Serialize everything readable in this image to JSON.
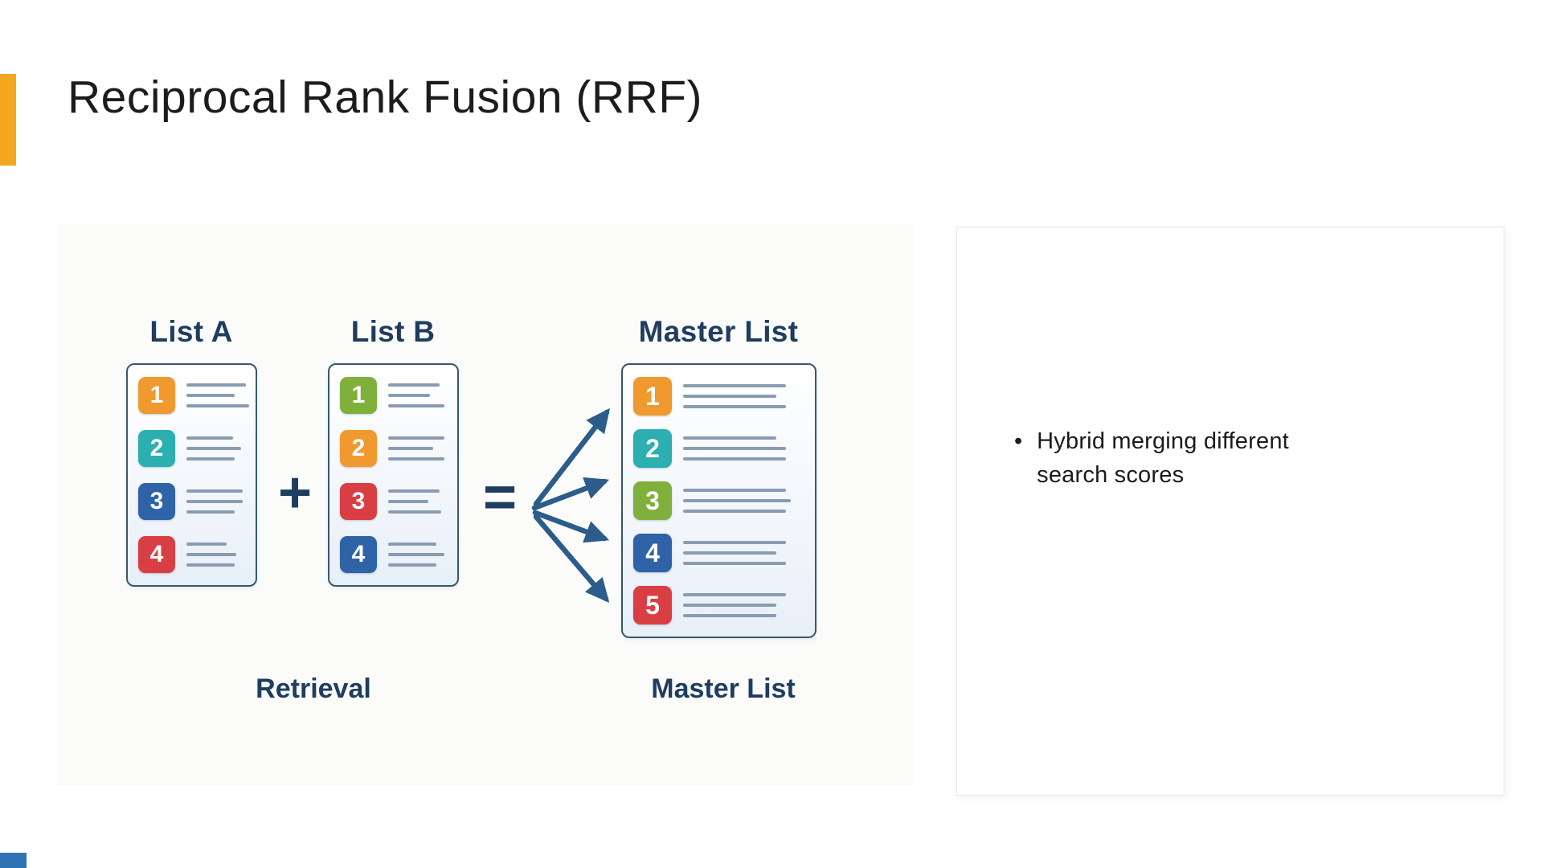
{
  "slide": {
    "title": "Reciprocal Rank Fusion (RRF)"
  },
  "colors": {
    "accent_orange": "#F2A71E",
    "footer_blue": "#2E74B5",
    "navy_text": "#1F3D5F",
    "title_color": "#1C1C1C",
    "arrow_blue": "#2B5C8A",
    "card_border": "#35596E",
    "line_gray": "#8A9CB2",
    "panel_bg": "#FBFBFA",
    "badge_orange": "#F0992E",
    "badge_teal": "#2BAFB0",
    "badge_blue": "#2E63A8",
    "badge_red": "#D83E43",
    "badge_green": "#80B03C"
  },
  "diagram": {
    "list_a": {
      "title": "List A",
      "items": [
        {
          "rank": "1",
          "color": "#F0992E",
          "lines": [
            74,
            60,
            78
          ]
        },
        {
          "rank": "2",
          "color": "#2BAFB0",
          "lines": [
            58,
            68,
            60
          ]
        },
        {
          "rank": "3",
          "color": "#2E63A8",
          "lines": [
            70,
            70,
            60
          ]
        },
        {
          "rank": "4",
          "color": "#D83E43",
          "lines": [
            50,
            62,
            60
          ]
        }
      ]
    },
    "list_b": {
      "title": "List B",
      "items": [
        {
          "rank": "1",
          "color": "#80B03C",
          "lines": [
            64,
            52,
            70
          ]
        },
        {
          "rank": "2",
          "color": "#F0992E",
          "lines": [
            70,
            56,
            70
          ]
        },
        {
          "rank": "3",
          "color": "#D83E43",
          "lines": [
            64,
            50,
            66
          ]
        },
        {
          "rank": "4",
          "color": "#2E63A8",
          "lines": [
            60,
            70,
            60
          ]
        }
      ]
    },
    "master": {
      "title": "Master List",
      "items": [
        {
          "rank": "1",
          "color": "#F0992E",
          "lines": [
            128,
            116,
            128
          ]
        },
        {
          "rank": "2",
          "color": "#2BAFB0",
          "lines": [
            116,
            128,
            128
          ]
        },
        {
          "rank": "3",
          "color": "#80B03C",
          "lines": [
            128,
            134,
            128
          ]
        },
        {
          "rank": "4",
          "color": "#2E63A8",
          "lines": [
            128,
            116,
            128
          ]
        },
        {
          "rank": "5",
          "color": "#D83E43",
          "lines": [
            128,
            116,
            116
          ]
        }
      ]
    },
    "plus_symbol": "+",
    "equals_symbol": "=",
    "retrieval_label": "Retrieval",
    "master_label": "Master List"
  },
  "notes": {
    "bullet_marker": "•",
    "bullet_text": "Hybrid merging different search scores"
  }
}
